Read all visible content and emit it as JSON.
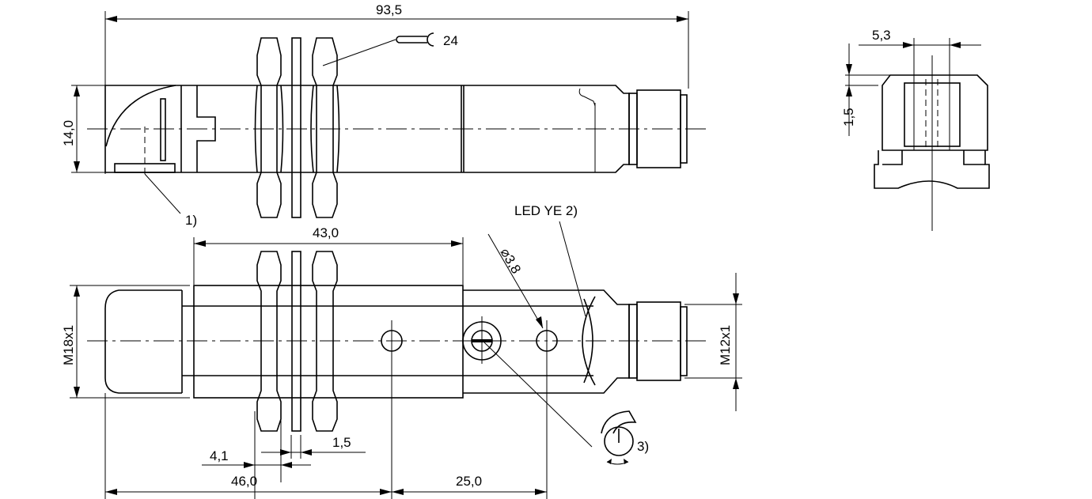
{
  "title": "Inductive sensor M18 dimension drawing",
  "dimensions": {
    "overall_length": "93,5",
    "width_flat": "14,0",
    "wrench_size": "24",
    "thread_length": "43,0",
    "led_diameter": "3,8",
    "body_thread": "M18x1",
    "connector_thread": "M12x1",
    "nut_thickness": "4,1",
    "washer_thickness": "1,5",
    "to_led": "46,0",
    "led_spacing": "25,0",
    "side_width": "5,3",
    "side_height": "1,5"
  },
  "annotations": {
    "note1": "1)",
    "led_label": "LED YE 2)",
    "note3": "3)"
  },
  "colors": {
    "line": "#000000",
    "background": "#ffffff"
  }
}
